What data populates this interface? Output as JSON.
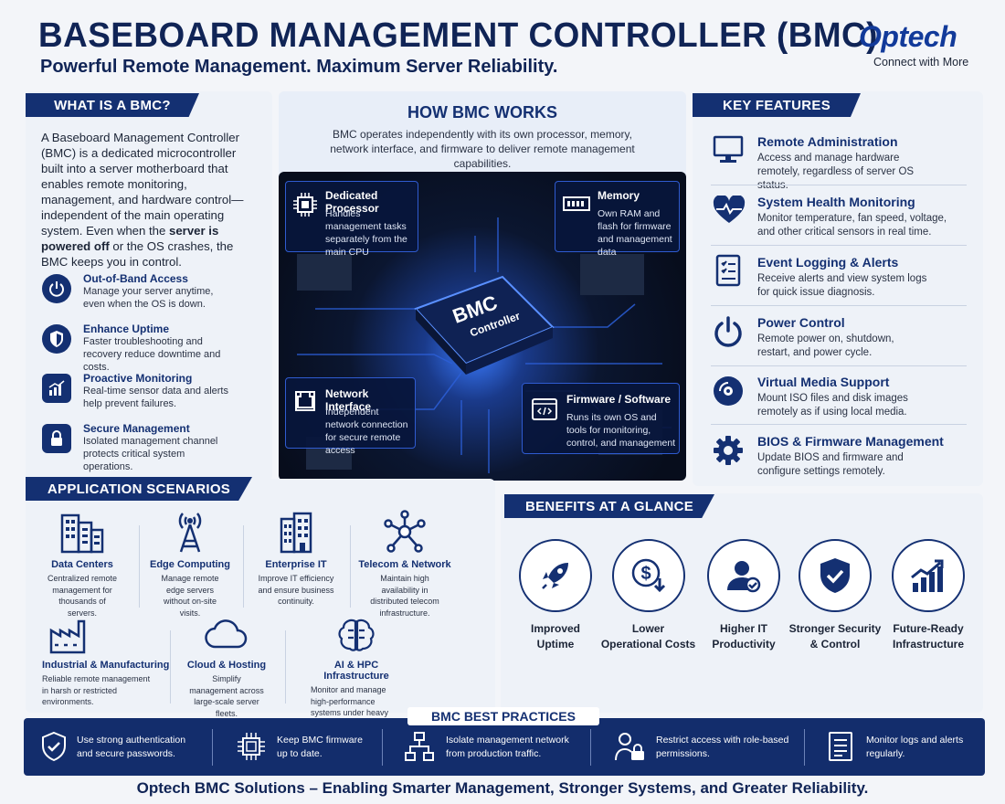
{
  "header": {
    "title": "BASEBOARD MANAGEMENT CONTROLLER (BMC)",
    "subtitle": "Powerful Remote Management. Maximum Server Reliability.",
    "logo": "Optech",
    "tagline": "Connect with More"
  },
  "what": {
    "heading": "WHAT IS A BMC?",
    "p1": "A Baseboard Management Controller (BMC) is a dedicated microcontroller built into a server motherboard that enables remote monitoring, management, and hardware control—independent of the main operating system. Even when the",
    "b1": "server is powered off",
    "p2": " or the OS crashes, the BMC keeps you in control.",
    "items": [
      {
        "title": "Out-of-Band Access",
        "desc": "Manage your server anytime, even when the OS is down.",
        "icon": "power-icon"
      },
      {
        "title": "Enhance Uptime",
        "desc": "Faster troubleshooting and recovery reduce downtime and costs.",
        "icon": "shield-icon"
      },
      {
        "title": "Proactive Monitoring",
        "desc": "Real-time sensor data and alerts help prevent failures.",
        "icon": "chart-icon"
      },
      {
        "title": "Secure Management",
        "desc": "Isolated management channel protects critical system operations.",
        "icon": "lock-icon"
      }
    ]
  },
  "how": {
    "heading": "HOW BMC WORKS",
    "intro": "BMC operates independently with its own processor, memory, network interface, and firmware to deliver remote management capabilities.",
    "chip1": "BMC",
    "chip2": "Controller",
    "boxes": [
      {
        "title": "Dedicated Processor",
        "desc": "Handles management tasks separately from the main CPU",
        "icon": "cpu-icon"
      },
      {
        "title": "Memory",
        "desc": "Own RAM and flash for firmware and management data",
        "icon": "memory-icon"
      },
      {
        "title": "Network Interface",
        "desc": "Independent network connection for secure remote access",
        "icon": "network-port-icon"
      },
      {
        "title": "Firmware / Software",
        "desc": "Runs its own OS and tools for monitoring, control, and management",
        "icon": "code-window-icon"
      }
    ]
  },
  "features": {
    "heading": "KEY FEATURES",
    "items": [
      {
        "title": "Remote Administration",
        "desc": "Access and manage hardware remotely, regardless of server OS status.",
        "icon": "monitor-icon"
      },
      {
        "title": "System Health Monitoring",
        "desc": "Monitor temperature, fan speed, voltage, and other critical sensors in real time.",
        "icon": "heart-pulse-icon"
      },
      {
        "title": "Event Logging & Alerts",
        "desc": "Receive alerts and view system logs for quick issue diagnosis.",
        "icon": "checklist-icon"
      },
      {
        "title": "Power Control",
        "desc": "Remote power on, shutdown, restart, and power cycle.",
        "icon": "power-icon"
      },
      {
        "title": "Virtual Media Support",
        "desc": "Mount ISO files and disk images remotely as if using local media.",
        "icon": "disc-icon"
      },
      {
        "title": "BIOS & Firmware Management",
        "desc": "Update BIOS and firmware and configure settings remotely.",
        "icon": "gear-icon"
      }
    ]
  },
  "apps": {
    "heading": "APPLICATION SCENARIOS",
    "row1": [
      {
        "title": "Data Centers",
        "desc": "Centralized remote management for thousands of servers.",
        "icon": "buildings-icon"
      },
      {
        "title": "Edge Computing",
        "desc": "Manage remote edge servers without on-site visits.",
        "icon": "antenna-icon"
      },
      {
        "title": "Enterprise IT",
        "desc": "Improve IT efficiency and ensure business continuity.",
        "icon": "office-icon"
      },
      {
        "title": "Telecom & Network",
        "desc": "Maintain high availability in distributed telecom infrastructure.",
        "icon": "hub-icon"
      }
    ],
    "row2": [
      {
        "title": "Industrial & Manufacturing",
        "desc": "Reliable remote management in harsh or restricted environments.",
        "icon": "factory-icon"
      },
      {
        "title": "Cloud & Hosting",
        "desc": "Simplify management across large-scale server fleets.",
        "icon": "cloud-icon"
      },
      {
        "title": "AI & HPC Infrastructure",
        "desc": "Monitor and manage high-performance systems under heavy workloads.",
        "icon": "brain-chip-icon"
      }
    ]
  },
  "benefits": {
    "heading": "BENEFITS AT A GLANCE",
    "items": [
      {
        "l1": "Improved",
        "l2": "Uptime",
        "icon": "rocket-icon"
      },
      {
        "l1": "Lower",
        "l2": "Operational Costs",
        "icon": "dollar-down-icon"
      },
      {
        "l1": "Higher IT",
        "l2": "Productivity",
        "icon": "user-check-icon"
      },
      {
        "l1": "Stronger Security",
        "l2": "& Control",
        "icon": "shield-check-icon"
      },
      {
        "l1": "Future-Ready",
        "l2": "Infrastructure",
        "icon": "growth-chart-icon"
      }
    ]
  },
  "best": {
    "heading": "BMC BEST PRACTICES",
    "items": [
      {
        "l1": "Use strong authentication",
        "l2": "and secure passwords.",
        "icon": "shield-check-icon"
      },
      {
        "l1": "Keep BMC firmware",
        "l2": "up to date.",
        "icon": "chip-icon"
      },
      {
        "l1": "Isolate management network",
        "l2": "from production traffic.",
        "icon": "network-tree-icon"
      },
      {
        "l1": "Restrict access with role-based",
        "l2": "permissions.",
        "icon": "users-lock-icon"
      },
      {
        "l1": "Monitor logs and alerts",
        "l2": "regularly.",
        "icon": "document-icon"
      }
    ]
  },
  "footer": {
    "text": "Optech BMC Solutions – Enabling Smarter Management, Stronger Systems, and Greater Reliability."
  }
}
